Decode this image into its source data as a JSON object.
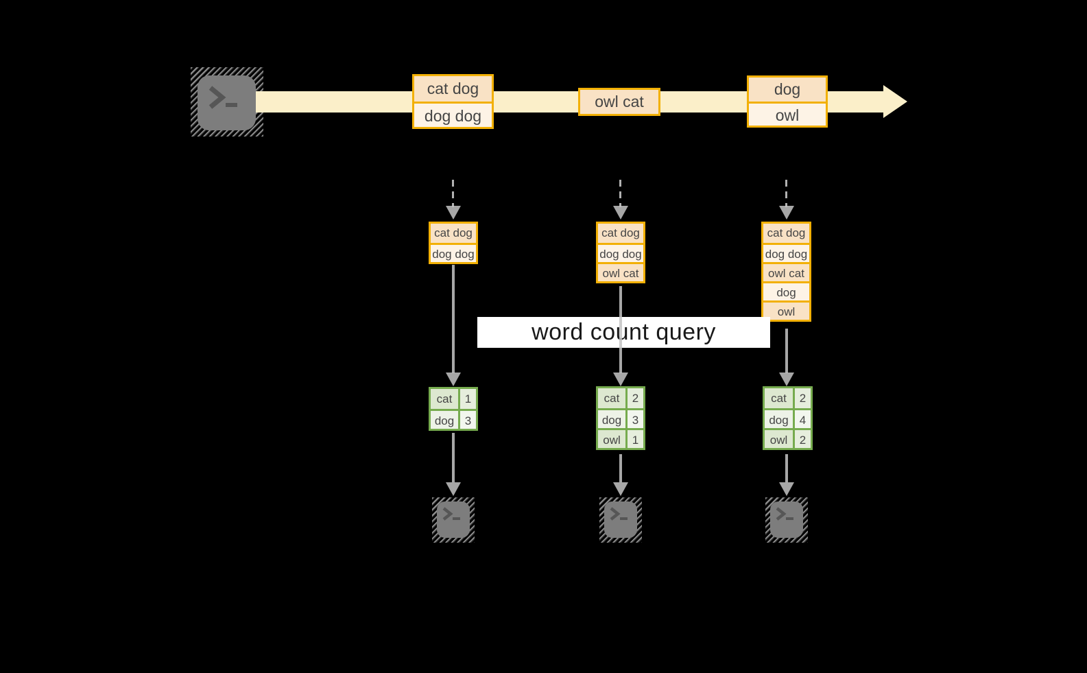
{
  "query_label": "word count query",
  "stream": {
    "batches": [
      [
        "cat dog",
        "dog dog"
      ],
      [
        "owl cat"
      ],
      [
        "dog",
        "owl"
      ]
    ]
  },
  "states": [
    [
      "cat dog",
      "dog dog"
    ],
    [
      "cat dog",
      "dog dog",
      "owl cat"
    ],
    [
      "cat dog",
      "dog dog",
      "owl cat",
      "dog",
      "owl"
    ]
  ],
  "results": [
    [
      {
        "word": "cat",
        "count": "1"
      },
      {
        "word": "dog",
        "count": "3"
      }
    ],
    [
      {
        "word": "cat",
        "count": "2"
      },
      {
        "word": "dog",
        "count": "3"
      },
      {
        "word": "owl",
        "count": "1"
      }
    ],
    [
      {
        "word": "cat",
        "count": "2"
      },
      {
        "word": "dog",
        "count": "4"
      },
      {
        "word": "owl",
        "count": "2"
      }
    ]
  ],
  "icons": {
    "source": "terminal-icon",
    "sinks": [
      "terminal-icon",
      "terminal-icon",
      "terminal-icon"
    ]
  },
  "colors": {
    "background": "#000000",
    "stream_band": "#fbefc9",
    "box_border": "#f2b005",
    "box_fill_dark": "#f9e2c5",
    "box_fill_light": "#fdf3e6",
    "table_border": "#76ab4e",
    "table_fill_dark": "#dde8d0",
    "table_fill_light": "#edf2e7",
    "arrow_gray": "#c4c4c4",
    "terminal_gray": "#7d7d7d",
    "query_band": "#ffffff"
  }
}
